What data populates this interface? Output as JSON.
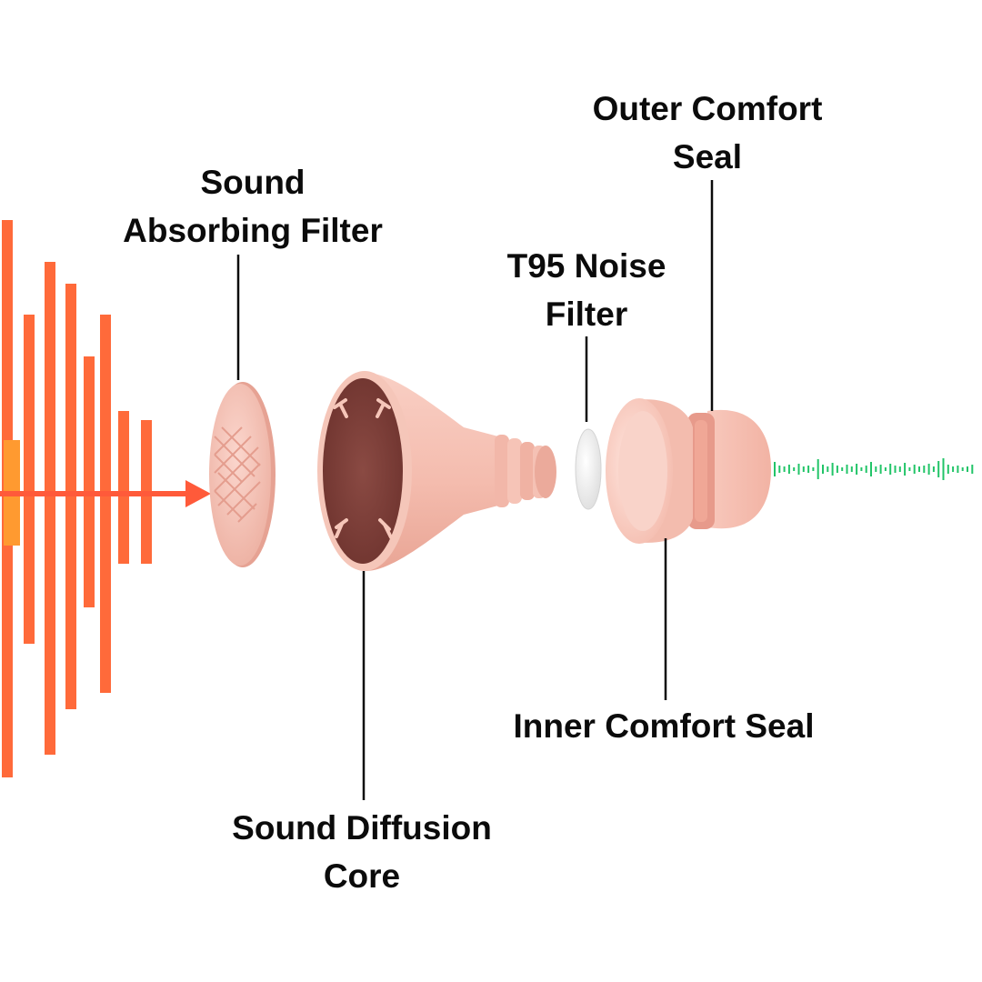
{
  "colors": {
    "incoming_wave": "#ff6a3a",
    "incoming_wave_core": "#ff9a30",
    "arrow": "#ff5a3a",
    "outgoing_wave": "#22c468",
    "plug_pink": "#f7c3b7",
    "plug_shadow": "#e59c8e",
    "core_interior": "#7c3e38",
    "filter_disc": "#f1f1f1",
    "text": "#0b0b0b"
  },
  "labels": {
    "sound_absorbing_filter": {
      "line1": "Sound",
      "line2": "Absorbing Filter"
    },
    "sound_diffusion_core": {
      "line1": "Sound Diffusion",
      "line2": "Core"
    },
    "t95_noise_filter": {
      "line1": "T95 Noise",
      "line2": "Filter"
    },
    "outer_comfort_seal": {
      "line1": "Outer Comfort",
      "line2": "Seal"
    },
    "inner_comfort_seal": {
      "line1": "Inner Comfort Seal"
    }
  },
  "icons": {
    "incoming": "loud-sound-wave-icon",
    "direction": "arrow-right-icon",
    "outgoing": "quiet-sound-wave-icon"
  }
}
